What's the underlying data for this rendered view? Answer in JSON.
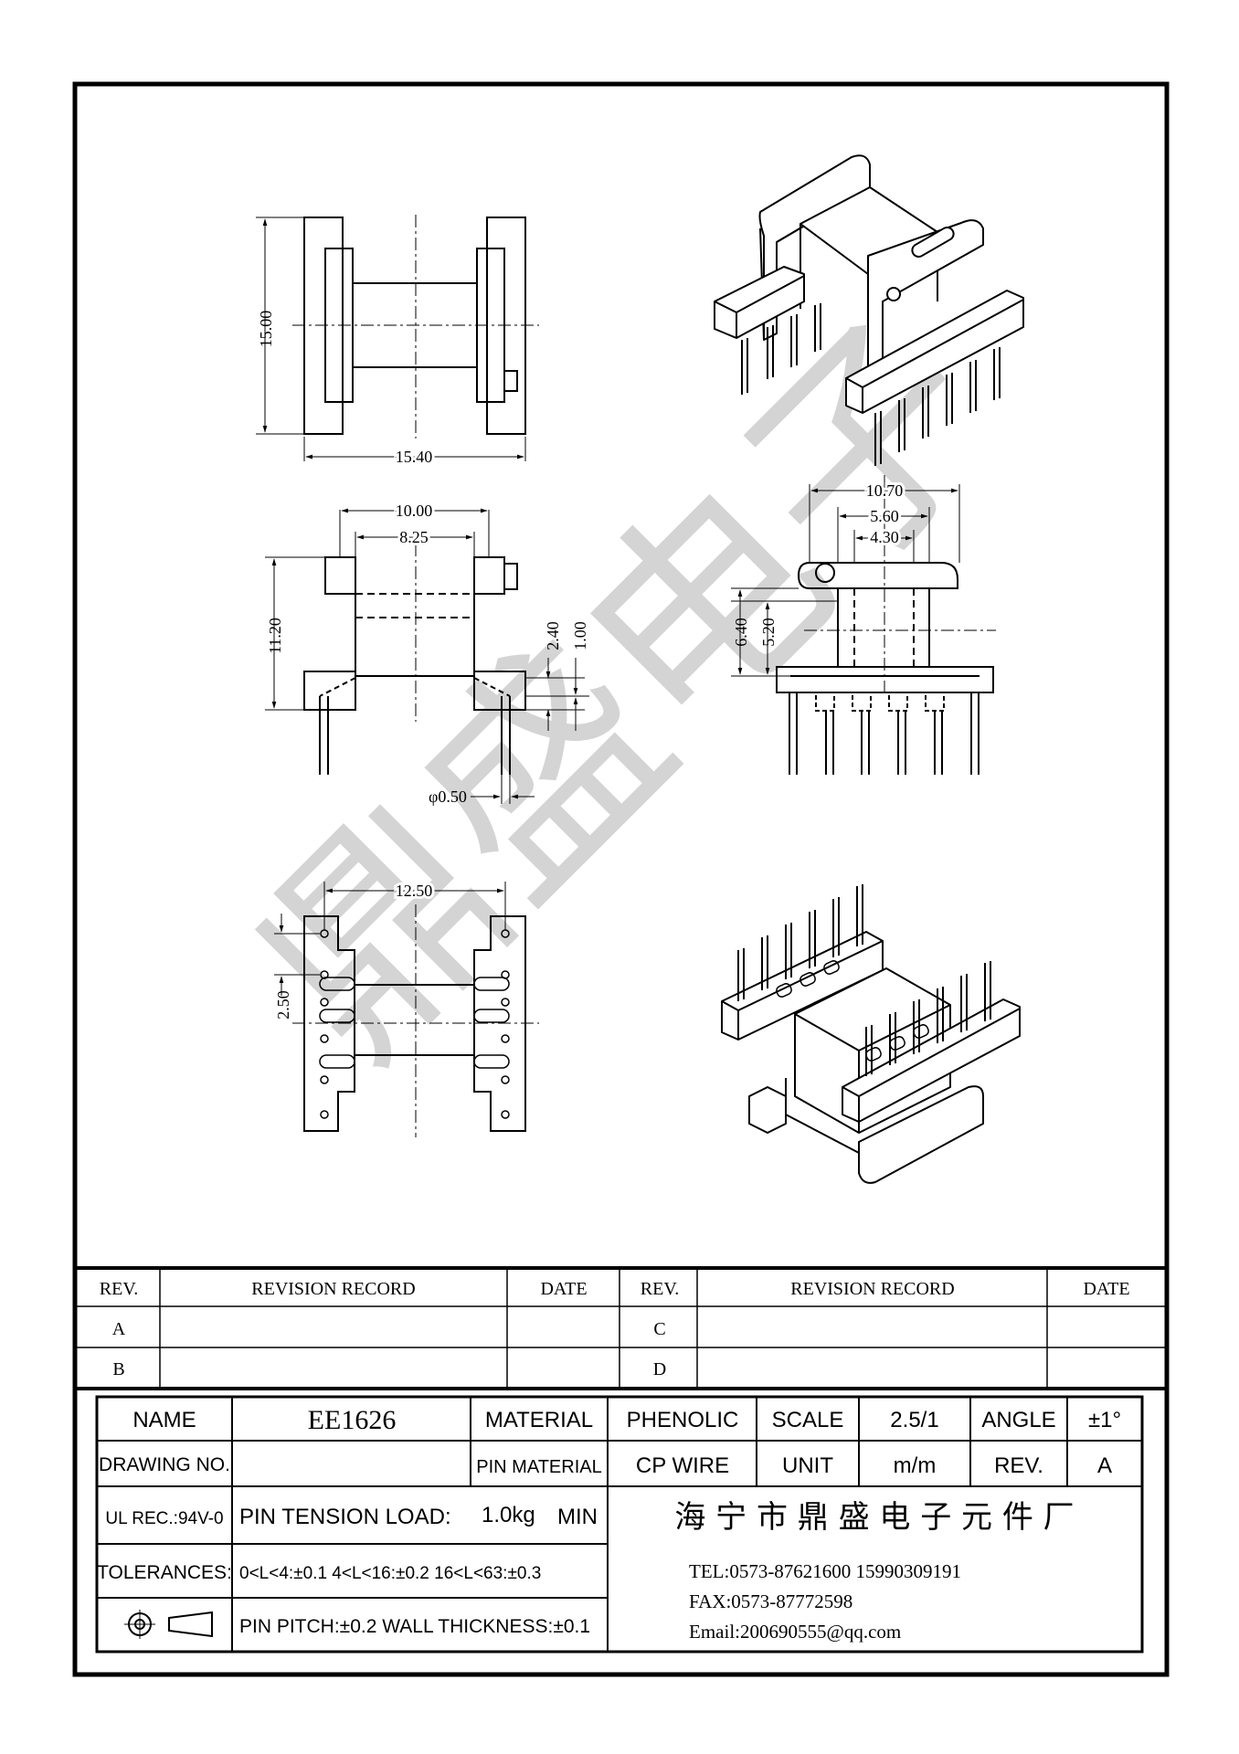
{
  "drawing": {
    "dimensions": {
      "top_height": "15.00",
      "top_width": "15.40",
      "side_width_outer": "10.00",
      "side_width_inner": "8.25",
      "side_height": "11.20",
      "side_pin_offset": "2.40",
      "side_base_thickness": "1.00",
      "pin_diameter": "φ0.50",
      "front_width": "10.70",
      "front_core_outer": "5.60",
      "front_core_inner": "4.30",
      "front_height_outer": "6.40",
      "front_height_inner": "5.20",
      "bottom_pin_span": "12.50",
      "bottom_pin_pitch": "2.50"
    },
    "watermark": "鼎盛电子"
  },
  "revision_table": {
    "headers": [
      "REV.",
      "REVISION RECORD",
      "DATE",
      "REV.",
      "REVISION RECORD",
      "DATE"
    ],
    "rows": [
      [
        "A",
        "",
        "",
        "C",
        "",
        ""
      ],
      [
        "B",
        "",
        "",
        "D",
        "",
        ""
      ]
    ]
  },
  "title_block": {
    "name_label": "NAME",
    "name_value": "EE1626",
    "material_label": "MATERIAL",
    "material_value": "PHENOLIC",
    "scale_label": "SCALE",
    "scale_value": "2.5/1",
    "angle_label": "ANGLE",
    "angle_value": "±1°",
    "drawing_no_label": "DRAWING NO.",
    "drawing_no_value": "",
    "pin_material_label": "PIN MATERIAL",
    "pin_material_value": "CP WIRE",
    "unit_label": "UNIT",
    "unit_value": "m/m",
    "rev_label": "REV.",
    "rev_value": "A",
    "ul_label": "UL REC.:94V-0",
    "tension_label": "PIN TENSION LOAD:",
    "tension_value": "1.0kg",
    "tension_unit": "MIN",
    "tolerances_label": "TOLERANCES:",
    "tolerances_value": "0<L<4:±0.1  4<L<16:±0.2  16<L<63:±0.3",
    "pitch_value": "PIN PITCH:±0.2 WALL THICKNESS:±0.1",
    "company": "海 宁 市 鼎 盛 电 子 元 件 厂",
    "tel": "TEL:0573-87621600 15990309191",
    "fax": "FAX:0573-87772598",
    "email": "Email:200690555@qq.com"
  }
}
